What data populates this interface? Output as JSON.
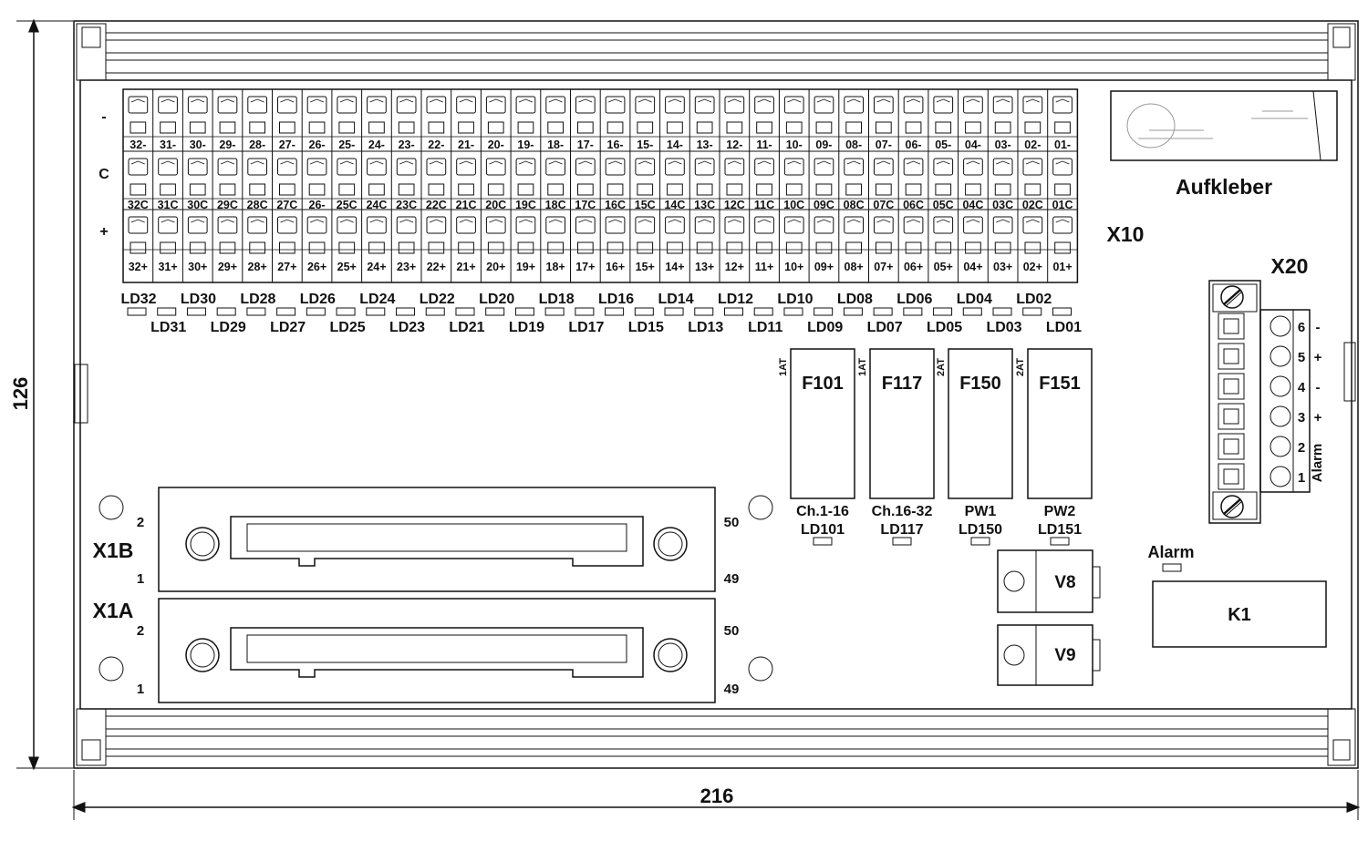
{
  "dimensions": {
    "height": "126",
    "width": "216"
  },
  "terminal_rows": {
    "minus": "-",
    "common": "C",
    "plus": "+"
  },
  "terminal_columns": [
    "32",
    "31",
    "30",
    "29",
    "28",
    "27",
    "26",
    "25",
    "24",
    "23",
    "22",
    "21",
    "20",
    "19",
    "18",
    "17",
    "16",
    "15",
    "14",
    "13",
    "12",
    "11",
    "10",
    "09",
    "08",
    "07",
    "06",
    "05",
    "04",
    "03",
    "02",
    "01"
  ],
  "terminal_labels_minus": [
    "32-",
    "31-",
    "30-",
    "29-",
    "28-",
    "27-",
    "26-",
    "25-",
    "24-",
    "23-",
    "22-",
    "21-",
    "20-",
    "19-",
    "18-",
    "17-",
    "16-",
    "15-",
    "14-",
    "13-",
    "12-",
    "11-",
    "10-",
    "09-",
    "08-",
    "07-",
    "06-",
    "05-",
    "04-",
    "03-",
    "02-",
    "01-"
  ],
  "terminal_labels_common": [
    "32C",
    "31C",
    "30C",
    "29C",
    "28C",
    "27C",
    "26-",
    "25C",
    "24C",
    "23C",
    "22C",
    "21C",
    "20C",
    "19C",
    "18C",
    "17C",
    "16C",
    "15C",
    "14C",
    "13C",
    "12C",
    "11C",
    "10C",
    "09C",
    "08C",
    "07C",
    "06C",
    "05C",
    "04C",
    "03C",
    "02C",
    "01C"
  ],
  "terminal_labels_plus": [
    "32+",
    "31+",
    "30+",
    "29+",
    "28+",
    "27+",
    "26+",
    "25+",
    "24+",
    "23+",
    "22+",
    "21+",
    "20+",
    "19+",
    "18+",
    "17+",
    "16+",
    "15+",
    "14+",
    "13+",
    "12+",
    "11+",
    "10+",
    "09+",
    "08+",
    "07+",
    "06+",
    "05+",
    "04+",
    "03+",
    "02+",
    "01+"
  ],
  "terminal_block_label": "X10",
  "led_labels_even": [
    "LD32",
    "LD30",
    "LD28",
    "LD26",
    "LD24",
    "LD22",
    "LD20",
    "LD18",
    "LD16",
    "LD14",
    "LD12",
    "LD10",
    "LD08",
    "LD06",
    "LD04",
    "LD02"
  ],
  "led_labels_odd": [
    "LD31",
    "LD29",
    "LD27",
    "LD25",
    "LD23",
    "LD21",
    "LD19",
    "LD17",
    "LD15",
    "LD13",
    "LD11",
    "LD09",
    "LD07",
    "LD05",
    "LD03",
    "LD01"
  ],
  "sticker": {
    "label": "Aufkleber"
  },
  "x20": {
    "label": "X20",
    "pins": [
      "6",
      "5",
      "4",
      "3",
      "2",
      "1"
    ],
    "polarity": [
      "-",
      "+",
      "-",
      "+"
    ],
    "alarm_label": "Alarm"
  },
  "fuses": [
    {
      "name": "F101",
      "rating": "1AT",
      "channel": "Ch.1-16",
      "led": "LD101"
    },
    {
      "name": "F117",
      "rating": "1AT",
      "channel": "Ch.16-32",
      "led": "LD117"
    },
    {
      "name": "F150",
      "rating": "2AT",
      "channel": "PW1",
      "led": "LD150"
    },
    {
      "name": "F151",
      "rating": "2AT",
      "channel": "PW2",
      "led": "LD151"
    }
  ],
  "connectors": [
    {
      "name": "X1B",
      "pin_top_left": "2",
      "pin_bottom_left": "1",
      "pin_top_right": "50",
      "pin_bottom_right": "49"
    },
    {
      "name": "X1A",
      "pin_top_left": "2",
      "pin_bottom_left": "1",
      "pin_top_right": "50",
      "pin_bottom_right": "49"
    }
  ],
  "alarm_led": {
    "label": "Alarm"
  },
  "components": {
    "v8": "V8",
    "v9": "V9",
    "k1": "K1"
  }
}
